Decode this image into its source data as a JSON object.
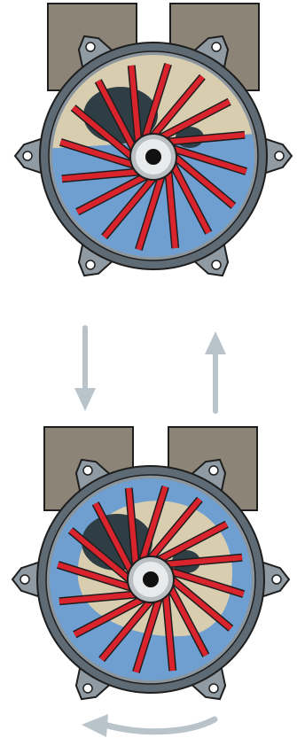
{
  "diagram": {
    "states": [
      {
        "id": "top",
        "water_state": "lower-half",
        "impeller_blade_count": 16
      },
      {
        "id": "bottom",
        "water_state": "ring-around-rotor",
        "impeller_blade_count": 16
      }
    ],
    "arrows": [
      {
        "id": "down-arrow",
        "direction": "down"
      },
      {
        "id": "up-arrow",
        "direction": "up"
      },
      {
        "id": "rotation-arrow",
        "direction": "counter-clockwise-curve"
      }
    ],
    "colors": {
      "port_block": "#8c8476",
      "port_block_stroke": "#1e1e1e",
      "casing_ring": "#5f6b74",
      "casing_inner_ring": "#8a959d",
      "flange": "#8f9aa2",
      "bolt_hole": "#ffffff",
      "air": "#d9cdb0",
      "water": "#6f9fd0",
      "eccentric_shadow": "#2f3d44",
      "blade": "#d9232d",
      "hub_outer": "#b9bfc3",
      "hub_inner": "#e8eaeb",
      "shaft": "#111111",
      "arrow": "#b9c3ca"
    }
  }
}
